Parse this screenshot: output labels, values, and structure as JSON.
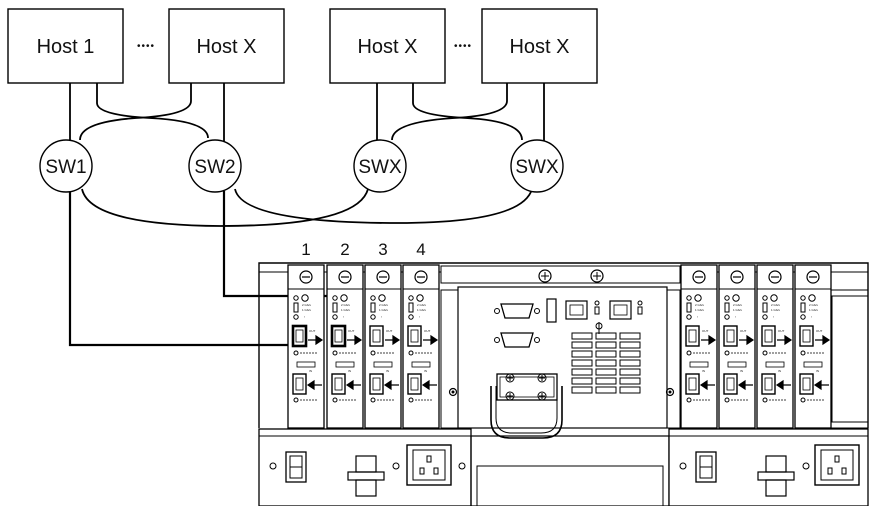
{
  "hosts": [
    {
      "label": "Host 1"
    },
    {
      "label": "Host X"
    },
    {
      "label": "Host X"
    },
    {
      "label": "Host X"
    }
  ],
  "ellipsis": "••••",
  "switches": [
    {
      "label": "SW1"
    },
    {
      "label": "SW2"
    },
    {
      "label": "SWX"
    },
    {
      "label": "SWX"
    }
  ],
  "port_numbers": [
    "1",
    "2",
    "3",
    "4"
  ],
  "module_labels": {
    "out": "OUT",
    "in": "IN",
    "speed_2g": "2 Gb/s",
    "speed_1g": "1 Gb/s",
    "fault": "!"
  }
}
